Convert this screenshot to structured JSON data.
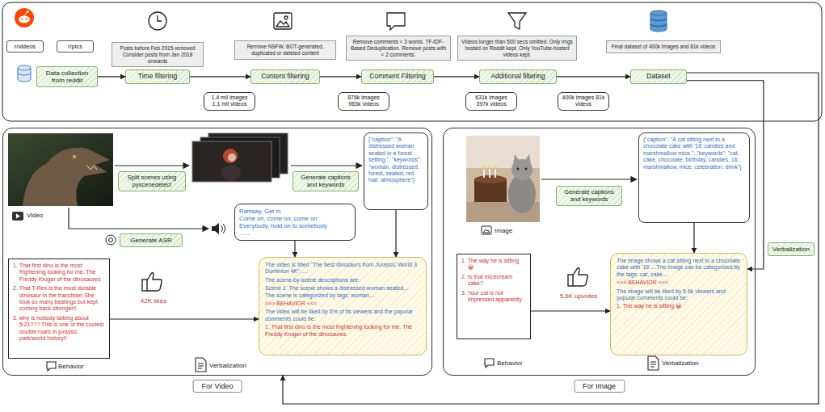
{
  "diagram": {
    "nodes": [
      {
        "text": [
          "r/videos"
        ]
      },
      {
        "text": [
          "r/pics"
        ]
      },
      {
        "text": [
          "Data collection from reddit"
        ]
      },
      {
        "text": [
          "Time filtering"
        ]
      },
      {
        "text": [
          "Posts before Feb 2015 removed Consider posts from Jan 2018 onwards"
        ]
      },
      {
        "text": [
          "Content filtering"
        ]
      },
      {
        "text": [
          "Remove NSFW, BOT-generated, duplicated or deleted content"
        ]
      },
      {
        "text": [
          "Comment Filtering"
        ]
      },
      {
        "text": [
          "Remove comments < 3 words. TF-IDF-Based Deduplication. Remove posts with < 2 comments."
        ]
      },
      {
        "text": [
          "Additional filtering"
        ]
      },
      {
        "text": [
          "Videos longer than 500 secs omitted. Only imgs hosted on Reddit kept. Only YouTube-hosted videos kept."
        ]
      },
      {
        "text": [
          "Dataset"
        ]
      },
      {
        "text": [
          "Final dataset of 400k images and 81k videos"
        ]
      },
      {
        "text": [
          "1.4 mil images 1.1 mil videos"
        ]
      },
      {
        "text": [
          "876k images 983k videos"
        ]
      },
      {
        "text": [
          "631k images 397k videos"
        ]
      },
      {
        "text": [
          "400k images 81k videos"
        ]
      },
      {
        "text": [
          "For Video"
        ]
      },
      {
        "text": [
          "Split scenes using pyscenedetect"
        ],
        "in": 17
      },
      {
        "text": [
          "Generate captions and keywords"
        ],
        "in": 17
      },
      {
        "text": [
          "{\"caption\": \"A distressed woman seated in a forest setting.\", \"keywords\": \"woman, distressed, forest, seated, red hair, atmosphere\"}"
        ],
        "in": 17
      },
      {
        "text": [
          "Generate ASR"
        ],
        "in": 17
      },
      {
        "text": [
          "Ramsay, Get in",
          "Come on, come on, come on",
          "Everybody, hold on to somebody",
          "......"
        ],
        "in": 17
      },
      {
        "text": [
          "1. That first dino is the most frightening looking for me. The Freddy Kruger of the dinosaures",
          "2. That T-Rex is the most durable dinosaur in the franchise! She took so many beatings but kept coming back stronger!!",
          "3. why is nobody talking about 5:21??? This is one of the coolest double roars in jurassic park/world history!!"
        ],
        "in": 17
      },
      {
        "text": [
          "The video is titled \"The best dinosaurs from Jurassic World 3 Dominion 4K\":....",
          "The scene-by-scene descriptions are:",
          "Scene 1: The scene shows a distressed woman seated.... The scene is categorized by tags: woman....",
          ">>> BEHAVIOR <<<",
          "The video will be liked by 5% of its viewers and the popular comments could be:",
          "1. That first dino is the most frightening looking for me. The Freddy Kruger of the dinosaures"
        ],
        "in": 17
      },
      {
        "text": [
          "For Image"
        ]
      },
      {
        "text": [
          "Generate captions and keywords"
        ],
        "in": 25
      },
      {
        "text": [
          "{\"caption\": \"A cat sitting next to a chocolate cake with '16' candles and marshmallow mice.\", \"keywords\": \"cat, cake, chocolate, birthday, candles, 16, marshmallow, mice, celebration, drink\"}"
        ],
        "in": 25
      },
      {
        "text": [
          "1. The way he is sitting 😀",
          "2. Is that micecream cake?",
          "3. Your cat is not impressed apparently"
        ],
        "in": 25
      },
      {
        "text": [
          "The image shows a cat sitting next to a chocolate cake with '16'....The image can be categorized by the tags: cat, cake....",
          ">>> BEHAVIOR <<<",
          "The image will be liked by 5.6k viewers and popular comments could be:",
          "1. The way he is sitting 😀"
        ],
        "in": 25
      },
      {
        "text": [
          "Verbalization"
        ]
      }
    ],
    "edges": [
      {
        "from": 2,
        "to": 3,
        "arrow": "to"
      },
      {
        "from": 3,
        "to": 5,
        "arrow": "to"
      },
      {
        "from": 5,
        "to": 7,
        "arrow": "to"
      },
      {
        "from": 7,
        "to": 9,
        "arrow": "to"
      },
      {
        "from": 9,
        "to": 11,
        "arrow": "to"
      },
      {
        "from": 11,
        "to": 17,
        "arrow": "to"
      },
      {
        "from": 11,
        "to": 29,
        "arrow": "to"
      },
      {
        "from": 20,
        "to": 24,
        "arrow": "to"
      },
      {
        "from": 22,
        "to": 24,
        "arrow": "to"
      },
      {
        "from": 23,
        "to": 24,
        "arrow": "to"
      },
      {
        "from": 27,
        "to": 29,
        "arrow": "to"
      },
      {
        "from": 28,
        "to": 29,
        "arrow": "to"
      }
    ],
    "labels": [
      "Video",
      "Behavior",
      "42K likes",
      "Verbalization",
      "Image",
      "Behavior",
      "5.6K upvotes",
      "Verbalization"
    ]
  }
}
